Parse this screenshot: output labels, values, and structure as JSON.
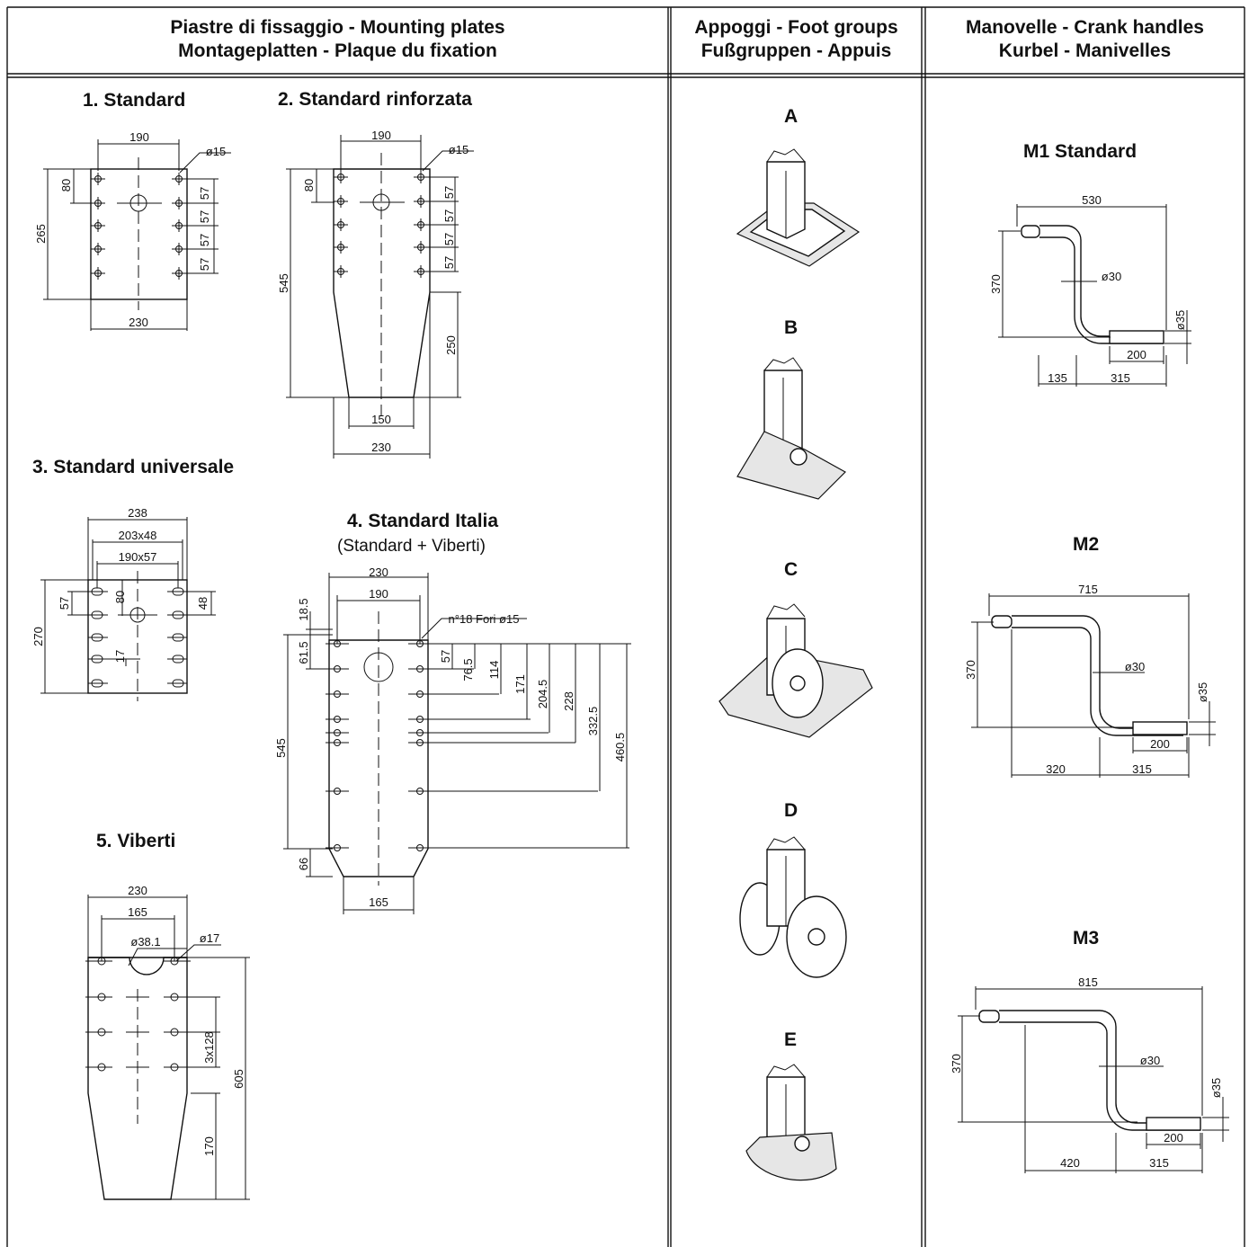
{
  "headers": {
    "plates": [
      "Piastre di fissaggio - Mounting plates",
      "Montageplatten - Plaque du fixation"
    ],
    "feet": [
      "Appoggi - Foot groups",
      "Fußgruppen - Appuis"
    ],
    "cranks": [
      "Manovelle - Crank handles",
      "Kurbel - Manivelles"
    ]
  },
  "plates": [
    {
      "title": "1. Standard",
      "dims": [
        "190",
        "ø15",
        "80",
        "265",
        "57",
        "57",
        "57",
        "57",
        "230"
      ]
    },
    {
      "title": "2. Standard rinforzata",
      "dims": [
        "190",
        "ø15",
        "80",
        "57",
        "57",
        "57",
        "57",
        "545",
        "250",
        "150",
        "230"
      ]
    },
    {
      "title": "3. Standard universale",
      "dims": [
        "238",
        "203x48",
        "190x57",
        "57",
        "80",
        "48",
        "270",
        "17"
      ]
    },
    {
      "title": "4. Standard Italia",
      "subtitle": "(Standard + Viberti)",
      "dims": [
        "230",
        "190",
        "18.5",
        "n°18 Fori ø15",
        "61.5",
        "57",
        "76.5",
        "114",
        "171",
        "204.5",
        "228",
        "332.5",
        "460.5",
        "545",
        "66",
        "165"
      ]
    },
    {
      "title": "5. Viberti",
      "dims": [
        "230",
        "165",
        "ø38.1",
        "ø17",
        "3x128",
        "605",
        "170"
      ]
    }
  ],
  "feet": [
    "A",
    "B",
    "C",
    "D",
    "E"
  ],
  "cranks": [
    {
      "title": "M1 Standard",
      "dims": [
        "530",
        "370",
        "ø30",
        "ø35",
        "200",
        "135",
        "315"
      ]
    },
    {
      "title": "M2",
      "dims": [
        "715",
        "370",
        "ø30",
        "ø35",
        "200",
        "320",
        "315"
      ]
    },
    {
      "title": "M3",
      "dims": [
        "815",
        "370",
        "ø30",
        "ø35",
        "200",
        "420",
        "315"
      ]
    }
  ]
}
